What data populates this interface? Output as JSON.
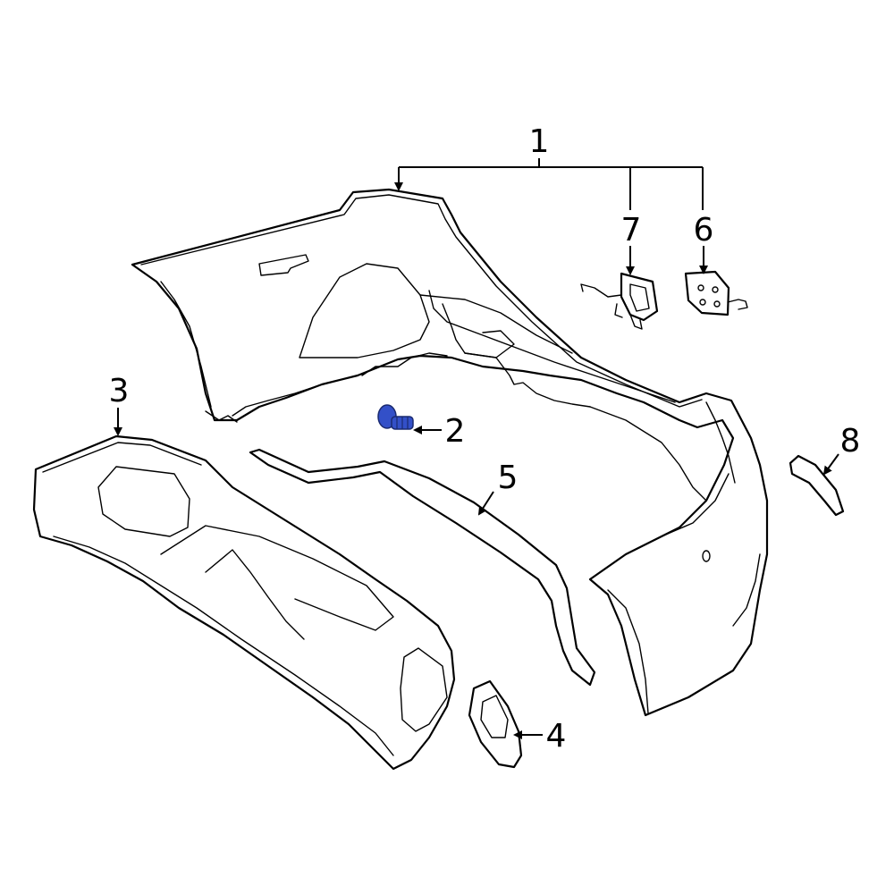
{
  "callouts": {
    "c1": "1",
    "c2": "2",
    "c3": "3",
    "c4": "4",
    "c5": "5",
    "c6": "6",
    "c7": "7",
    "c8": "8"
  },
  "colors": {
    "line": "#000000",
    "highlight_part": "#3350c8",
    "background": "#ffffff"
  }
}
